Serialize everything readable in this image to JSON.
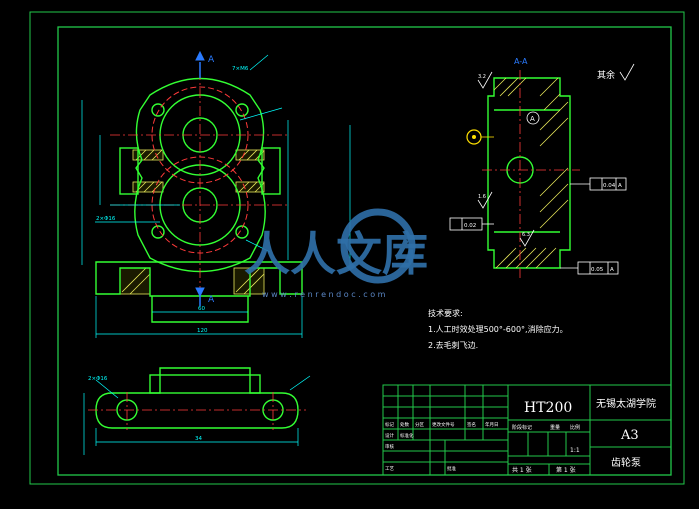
{
  "colors": {
    "background": "#000000",
    "frame": "#22c84a",
    "outline": "#33ff33",
    "text": "#ffffff",
    "dimension": "#00ffff",
    "hatch": "#e8e85a",
    "centerline": "#ff3a3a",
    "section_mark": "#2a7bff",
    "datum": "#ffe000",
    "watermark_main": "#2f6fa8",
    "watermark_sub": "#5a86c4"
  },
  "section_marks": {
    "top": "A",
    "bottom": "A",
    "section_view": "A-A"
  },
  "surface_note": "其余",
  "tech_requirements": {
    "heading": "技术要求:",
    "line1": "1.人工时效处理500°-600°,消除应力。",
    "line2": "2.去毛刺飞边."
  },
  "title_block": {
    "material": "HT200",
    "school": "无锡太湖学院",
    "sheet_size": "A3",
    "part_name": "齿轮泵",
    "scale_values": "1:1",
    "label_mark": "标记",
    "label_count": "处数",
    "label_zone": "分区",
    "label_doc": "更改文件号",
    "label_sign": "签名",
    "label_date": "年月日",
    "label_design": "设计",
    "label_standard": "标准化",
    "label_review": "审核",
    "label_process": "工艺",
    "label_approve": "批准",
    "label_stage": "阶段标记",
    "label_weight": "重量",
    "label_scale": "比例",
    "label_total": "共 1 张",
    "label_sheet": "第 1 张"
  },
  "dimensions": {
    "overall_width": "120",
    "base_width": "60",
    "hole_dia": "2×Φ16",
    "thread_dia": "7×M6",
    "depth": "34",
    "plan_hole": "2×Φ16"
  },
  "tolerances": {
    "flatness": "0.04",
    "perpendicular": "0.05",
    "parallel": "0.02",
    "datum": "A"
  },
  "roughness": {
    "r1": "3.2",
    "r2": "1.6",
    "r3": "6.3"
  },
  "watermark": {
    "text": "人人文库",
    "url": "w w w . r e n r e n d o c . c o m"
  }
}
